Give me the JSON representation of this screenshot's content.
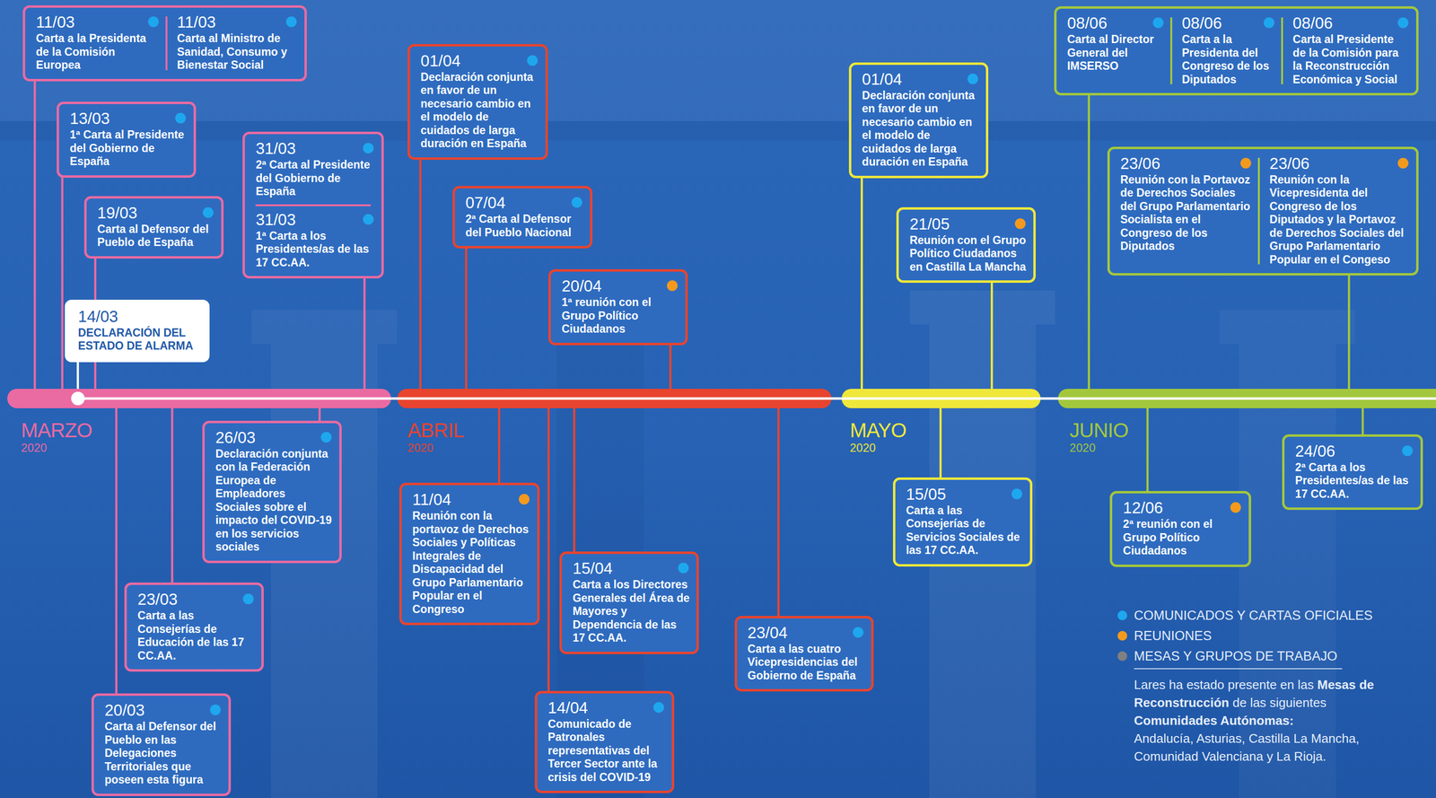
{
  "diagram": {
    "nodes": [
      {
        "text": [
          "11/03",
          "Carta a la Presidenta de la Comisión Europea",
          "11/03",
          "Carta al Ministro de Sanidad, Consumo y Bienestar Social"
        ]
      },
      {
        "text": [
          "13/03",
          "1ª Carta al Presidente del Gobierno de España"
        ]
      },
      {
        "text": [
          "19/03",
          "Carta al Defensor del Pueblo de España"
        ]
      },
      {
        "text": [
          "14/03",
          "DECLARACIÓN DEL ESTADO DE ALARMA"
        ]
      },
      {
        "text": [
          "31/03",
          "2ª Carta al Presidente del Gobierno de España",
          "31/03",
          "1ª Carta a los Presidentes/as de las 17 CC.AA."
        ]
      },
      {
        "text": [
          "26/03",
          "Declaración conjunta con la Federación Europea de Empleadores Sociales sobre el impacto del COVID-19 en los servicios sociales"
        ]
      },
      {
        "text": [
          "23/03",
          "Carta a las Consejerías de Educación de las 17 CC.AA."
        ]
      },
      {
        "text": [
          "20/03",
          "Carta al Defensor del Pueblo en las Delegaciones Territoriales que poseen esta figura"
        ]
      },
      {
        "text": [
          "01/04",
          "Declaración conjunta en favor de un necesario cambio en el modelo de cuidados de larga duración en España"
        ]
      },
      {
        "text": [
          "07/04",
          "2ª Carta al Defensor del Pueblo Nacional"
        ]
      },
      {
        "text": [
          "20/04",
          "1ª reunión con el Grupo Político Ciudadanos"
        ]
      },
      {
        "text": [
          "11/04",
          "Reunión con la portavoz de Derechos Sociales y Políticas Integrales de Discapacidad del Grupo Parlamentario Popular en el Congreso"
        ]
      },
      {
        "text": [
          "15/04",
          "Carta a los Directores Generales del Área de Mayores y Dependencia de las 17 CC.AA."
        ]
      },
      {
        "text": [
          "14/04",
          "Comunicado de Patronales representativas del Tercer Sector ante la crisis del COVID-19"
        ]
      },
      {
        "text": [
          "23/04",
          "Carta a las cuatro Vicepresidencias del Gobierno de España"
        ]
      },
      {
        "text": [
          "01/04",
          "Declaración conjunta en favor de un necesario cambio en el modelo de cuidados de larga duración en España"
        ]
      },
      {
        "text": [
          "21/05",
          "Reunión con el Grupo Político Ciudadanos en Castilla La Mancha"
        ]
      },
      {
        "text": [
          "15/05",
          "Carta a las Consejerías de Servicios Sociales de las 17 CC.AA."
        ]
      },
      {
        "text": [
          "08/06",
          "Carta al Director General del IMSERSO",
          "08/06",
          "Carta a la Presidenta del Congreso de los Diputados",
          "08/06",
          "Carta al Presidente de la Comisión para la Reconstrucción Económica y Social"
        ]
      },
      {
        "text": [
          "23/06",
          "Reunión con la Portavoz de Derechos Sociales del Grupo Parlamentario Socialista en el Congreso de los Diputados",
          "23/06",
          "Reunión con la Vicepresidenta del Congreso de los Diputados y la Portavoz de Derechos Sociales del Grupo Parlamentario Popular en el Congeso"
        ]
      },
      {
        "text": [
          "12/06",
          "2ª reunión con el Grupo Político Ciudadanos"
        ]
      },
      {
        "text": [
          "24/06",
          "2ª Carta a los Presidentes/as de las 17 CC.AA."
        ]
      }
    ],
    "labels": [
      "MARZO",
      "2020",
      "ABRIL",
      "2020",
      "MAYO",
      "2020",
      "JUNIO",
      "2020",
      "Lares ha estado presente en las",
      "Mesas de Reconstrucción",
      "de las siguientes",
      "Comunidades Autónomas:",
      "Andalucía, Asturias, Castilla La Mancha, Comunidad Valenciana y La Rioja."
    ],
    "legend": [
      {
        "text": "COMUNICADOS Y CARTAS OFICIALES",
        "color": "#1ea7ee"
      },
      {
        "text": "REUNIONES",
        "color": "#f39a1e"
      },
      {
        "text": "MESAS Y GRUPOS DE TRABAJO",
        "color": "#808080"
      }
    ]
  }
}
